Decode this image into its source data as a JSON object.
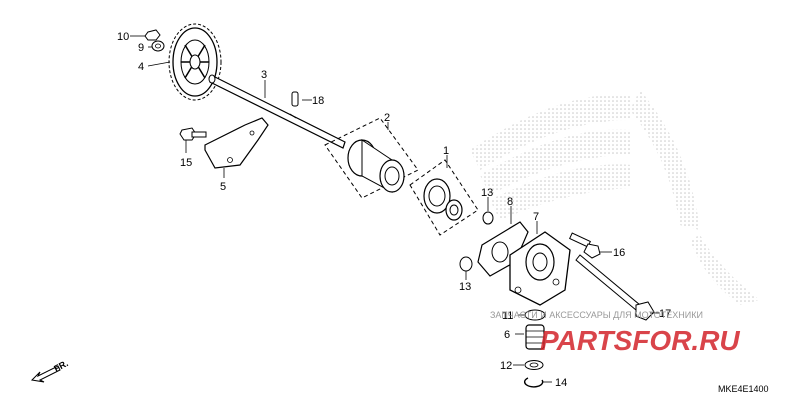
{
  "diagram": {
    "diagram_code": "MKE4E1400",
    "direction_label": "FR.",
    "watermark": {
      "tagline": "ЗАПЧАСТИ И АКСЕССУАРЫ ДЛЯ МОТОТЕХНИКИ",
      "brand": "PARTSFOR.RU"
    },
    "callouts": [
      {
        "id": "c1",
        "label": "1"
      },
      {
        "id": "c2",
        "label": "2"
      },
      {
        "id": "c3",
        "label": "3"
      },
      {
        "id": "c4",
        "label": "4"
      },
      {
        "id": "c5",
        "label": "5"
      },
      {
        "id": "c6",
        "label": "6"
      },
      {
        "id": "c7",
        "label": "7"
      },
      {
        "id": "c8",
        "label": "8"
      },
      {
        "id": "c9",
        "label": "9"
      },
      {
        "id": "c10",
        "label": "10"
      },
      {
        "id": "c11",
        "label": "11"
      },
      {
        "id": "c12",
        "label": "12"
      },
      {
        "id": "c13a",
        "label": "13"
      },
      {
        "id": "c13b",
        "label": "13"
      },
      {
        "id": "c14",
        "label": "14"
      },
      {
        "id": "c15",
        "label": "15"
      },
      {
        "id": "c16",
        "label": "16"
      },
      {
        "id": "c17",
        "label": "17"
      },
      {
        "id": "c18",
        "label": "18"
      }
    ],
    "colors": {
      "line": "#000000",
      "watermark_red": "#d2232a",
      "watermark_gray": "#999999",
      "wing_pattern": "#cfcfcf"
    }
  }
}
